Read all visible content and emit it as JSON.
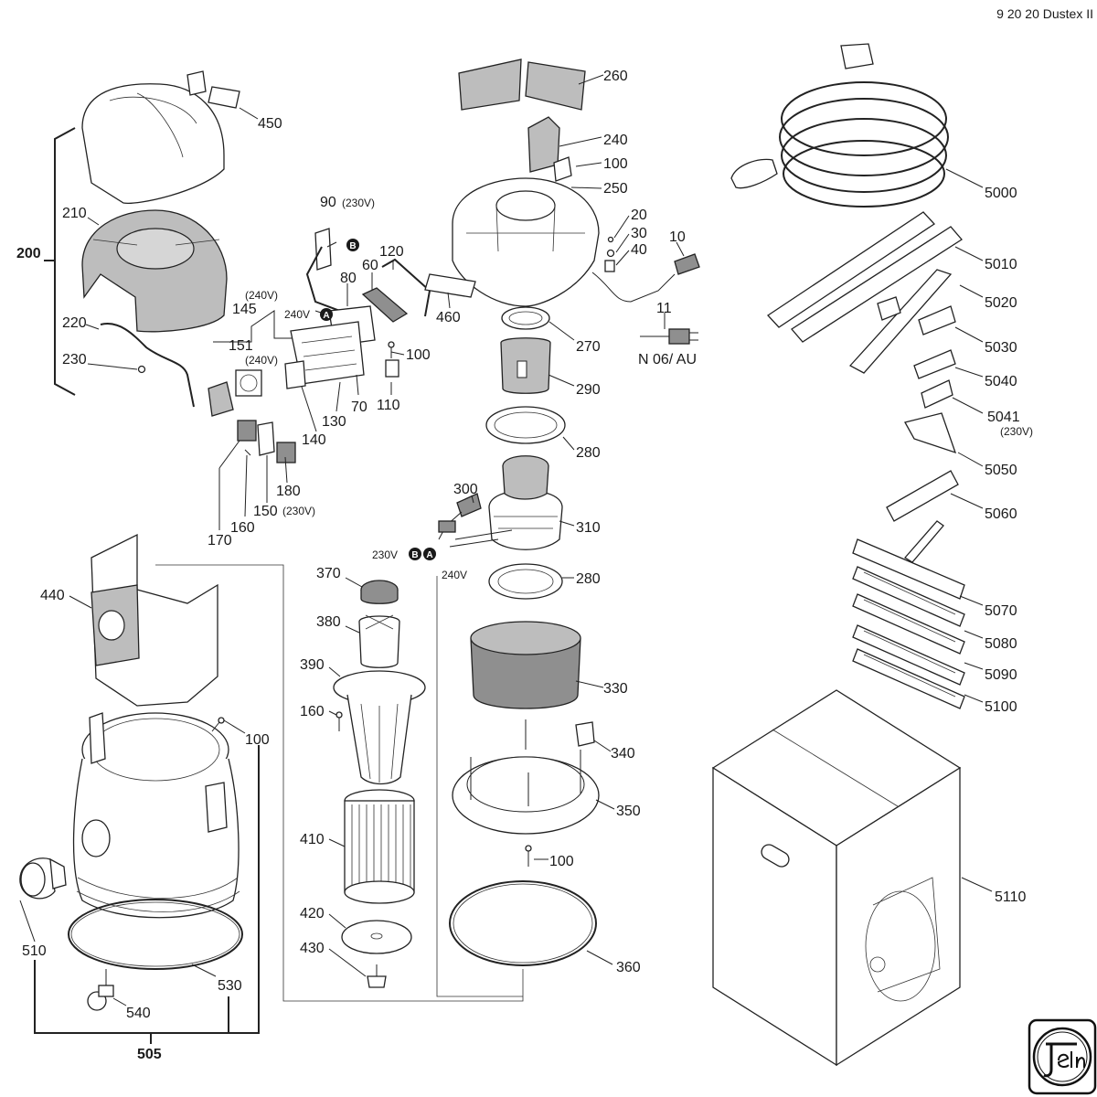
{
  "header": {
    "doc_ref": "9 20 20 Dustex II"
  },
  "markers": {
    "a": "A",
    "b": "B"
  },
  "groups": {
    "g200": "200",
    "g505": "505"
  },
  "labels": {
    "l450": "450",
    "l210": "210",
    "l220": "220",
    "l230": "230",
    "l90": "90",
    "l90v": "(230V)",
    "l145": "145",
    "l145v": "(240V)",
    "l151": "151",
    "l151v": "(240V)",
    "l80": "80",
    "l60": "60",
    "l120": "120",
    "l240v": "240V",
    "l100a": "100",
    "l110": "110",
    "l70": "70",
    "l130": "130",
    "l140": "140",
    "l180": "180",
    "l170": "170",
    "l160a": "160",
    "l150": "150",
    "l150v": "(230V)",
    "l260": "260",
    "l240": "240",
    "l100b": "100",
    "l250": "250",
    "l20": "20",
    "l30": "30",
    "l40": "40",
    "l10": "10",
    "l460": "460",
    "l11": "11",
    "l11n": "N 06/ AU",
    "l270": "270",
    "l290": "290",
    "l280a": "280",
    "l300": "300",
    "l310": "310",
    "l230v2": "230V",
    "l240v2": "240V",
    "l280b": "280",
    "l370": "370",
    "l380": "380",
    "l390": "390",
    "l160b": "160",
    "l410": "410",
    "l420": "420",
    "l430": "430",
    "l330": "330",
    "l340": "340",
    "l350": "350",
    "l100c": "100",
    "l360": "360",
    "l440": "440",
    "l100d": "100",
    "l510": "510",
    "l530": "530",
    "l540": "540",
    "l5000": "5000",
    "l5010": "5010",
    "l5020": "5020",
    "l5030": "5030",
    "l5040": "5040",
    "l5041": "5041",
    "l5041v": "(230V)",
    "l5050": "5050",
    "l5060": "5060",
    "l5070": "5070",
    "l5080": "5080",
    "l5090": "5090",
    "l5100": "5100",
    "l5110": "5110"
  },
  "logo": {
    "text": "Fein"
  }
}
